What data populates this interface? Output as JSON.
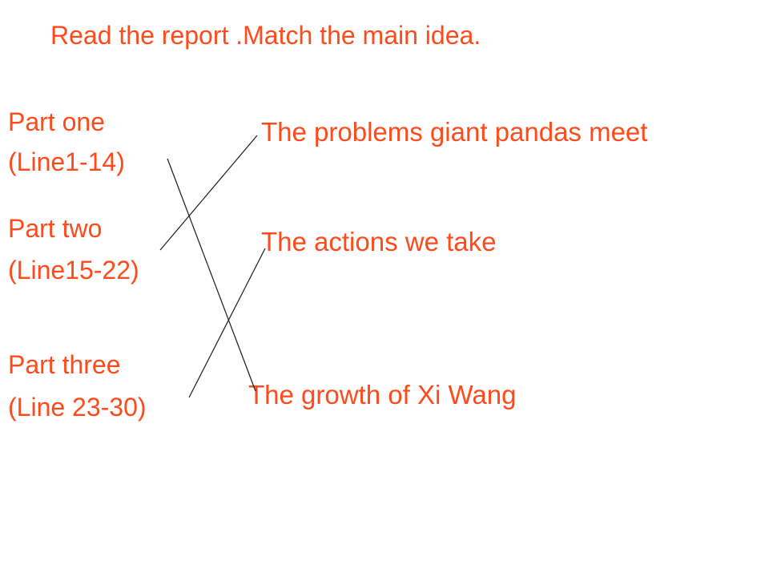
{
  "title": "Read the report .Match the main idea.",
  "parts": [
    {
      "name": "Part one",
      "lines": "(Line1-14)"
    },
    {
      "name": "Part two",
      "lines": "(Line15-22)"
    },
    {
      "name": "Part three",
      "lines": "(Line 23-30)"
    }
  ],
  "main_ideas": [
    "The problems giant pandas meet",
    "The actions we take",
    "The growth of Xi Wang"
  ],
  "colors": {
    "text": "#ff4a1c",
    "lines": "#1a1a1a",
    "background": "#ffffff"
  }
}
